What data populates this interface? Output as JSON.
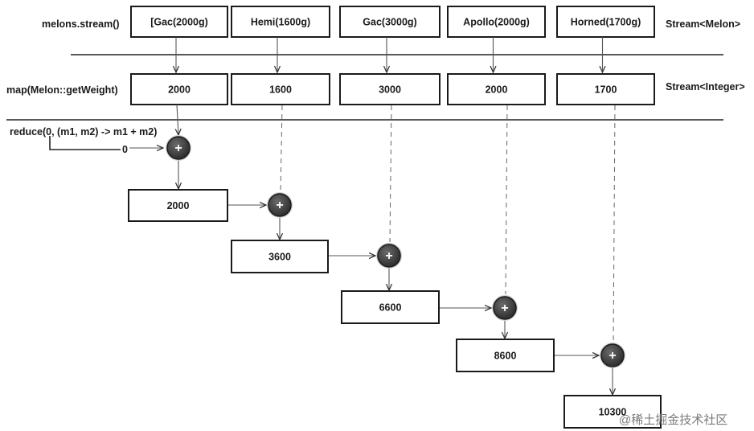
{
  "labels": {
    "stream_call": "melons.stream()",
    "map_call": "map(Melon::getWeight)",
    "reduce_call": "reduce(0, (m1, m2) -> m1 + m2)",
    "stream_melon_type": "Stream<Melon>",
    "stream_integer_type": "Stream<Integer>",
    "identity_value": "0"
  },
  "melons": [
    "[Gac(2000g)",
    "Hemi(1600g)",
    "Gac(3000g)",
    "Apollo(2000g)",
    "Horned(1700g)"
  ],
  "weights": [
    "2000",
    "1600",
    "3000",
    "2000",
    "1700"
  ],
  "accumulators": [
    "2000",
    "3600",
    "6600",
    "8600",
    "10300"
  ],
  "plus_symbol": "+",
  "watermark": "@稀土掘金技术社区"
}
